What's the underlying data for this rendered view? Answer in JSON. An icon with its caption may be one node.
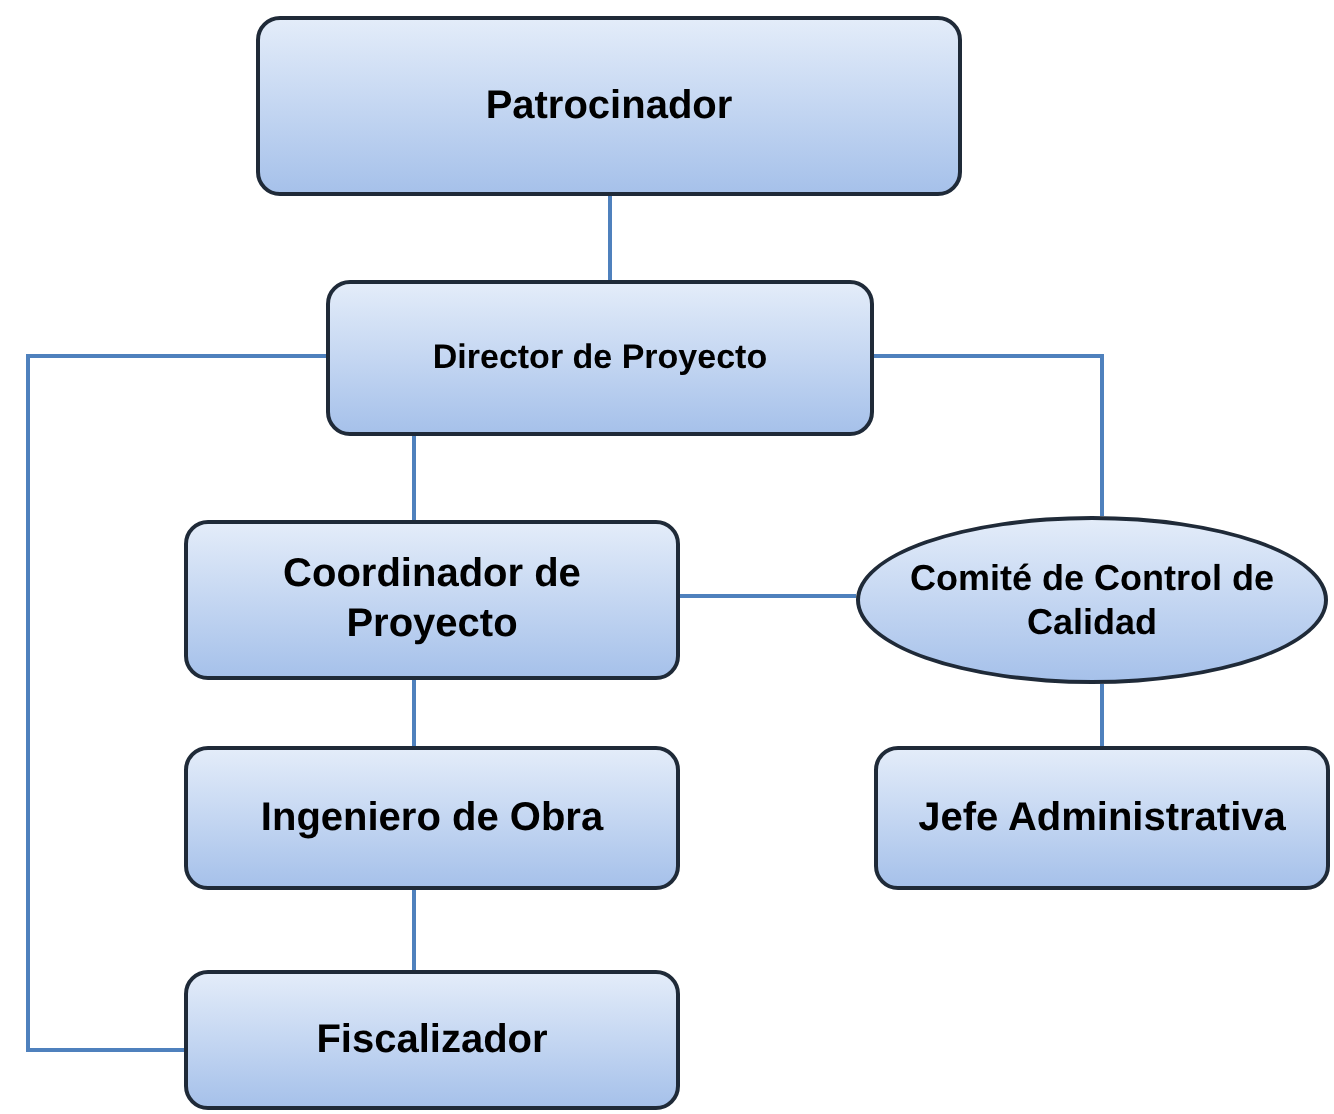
{
  "diagram": {
    "nodes": [
      {
        "text": [
          "Patrocinador"
        ]
      },
      {
        "text": [
          "Director de Proyecto"
        ]
      },
      {
        "text": [
          "Coordinador de Proyecto"
        ]
      },
      {
        "text": [
          "Comité de Control de Calidad"
        ]
      },
      {
        "text": [
          "Ingeniero de Obra"
        ]
      },
      {
        "text": [
          "Jefe Administrativa"
        ]
      },
      {
        "text": [
          "Fiscalizador"
        ]
      }
    ],
    "edges": [
      {
        "from": 0,
        "to": 1,
        "arrow": "none"
      },
      {
        "from": 1,
        "to": 2,
        "arrow": "none"
      },
      {
        "from": 1,
        "to": 3,
        "arrow": "none"
      },
      {
        "from": 1,
        "to": 6,
        "arrow": "none"
      },
      {
        "from": 2,
        "to": 3,
        "arrow": "none"
      },
      {
        "from": 2,
        "to": 4,
        "arrow": "none"
      },
      {
        "from": 3,
        "to": 5,
        "arrow": "none"
      },
      {
        "from": 4,
        "to": 6,
        "arrow": "none"
      }
    ]
  }
}
